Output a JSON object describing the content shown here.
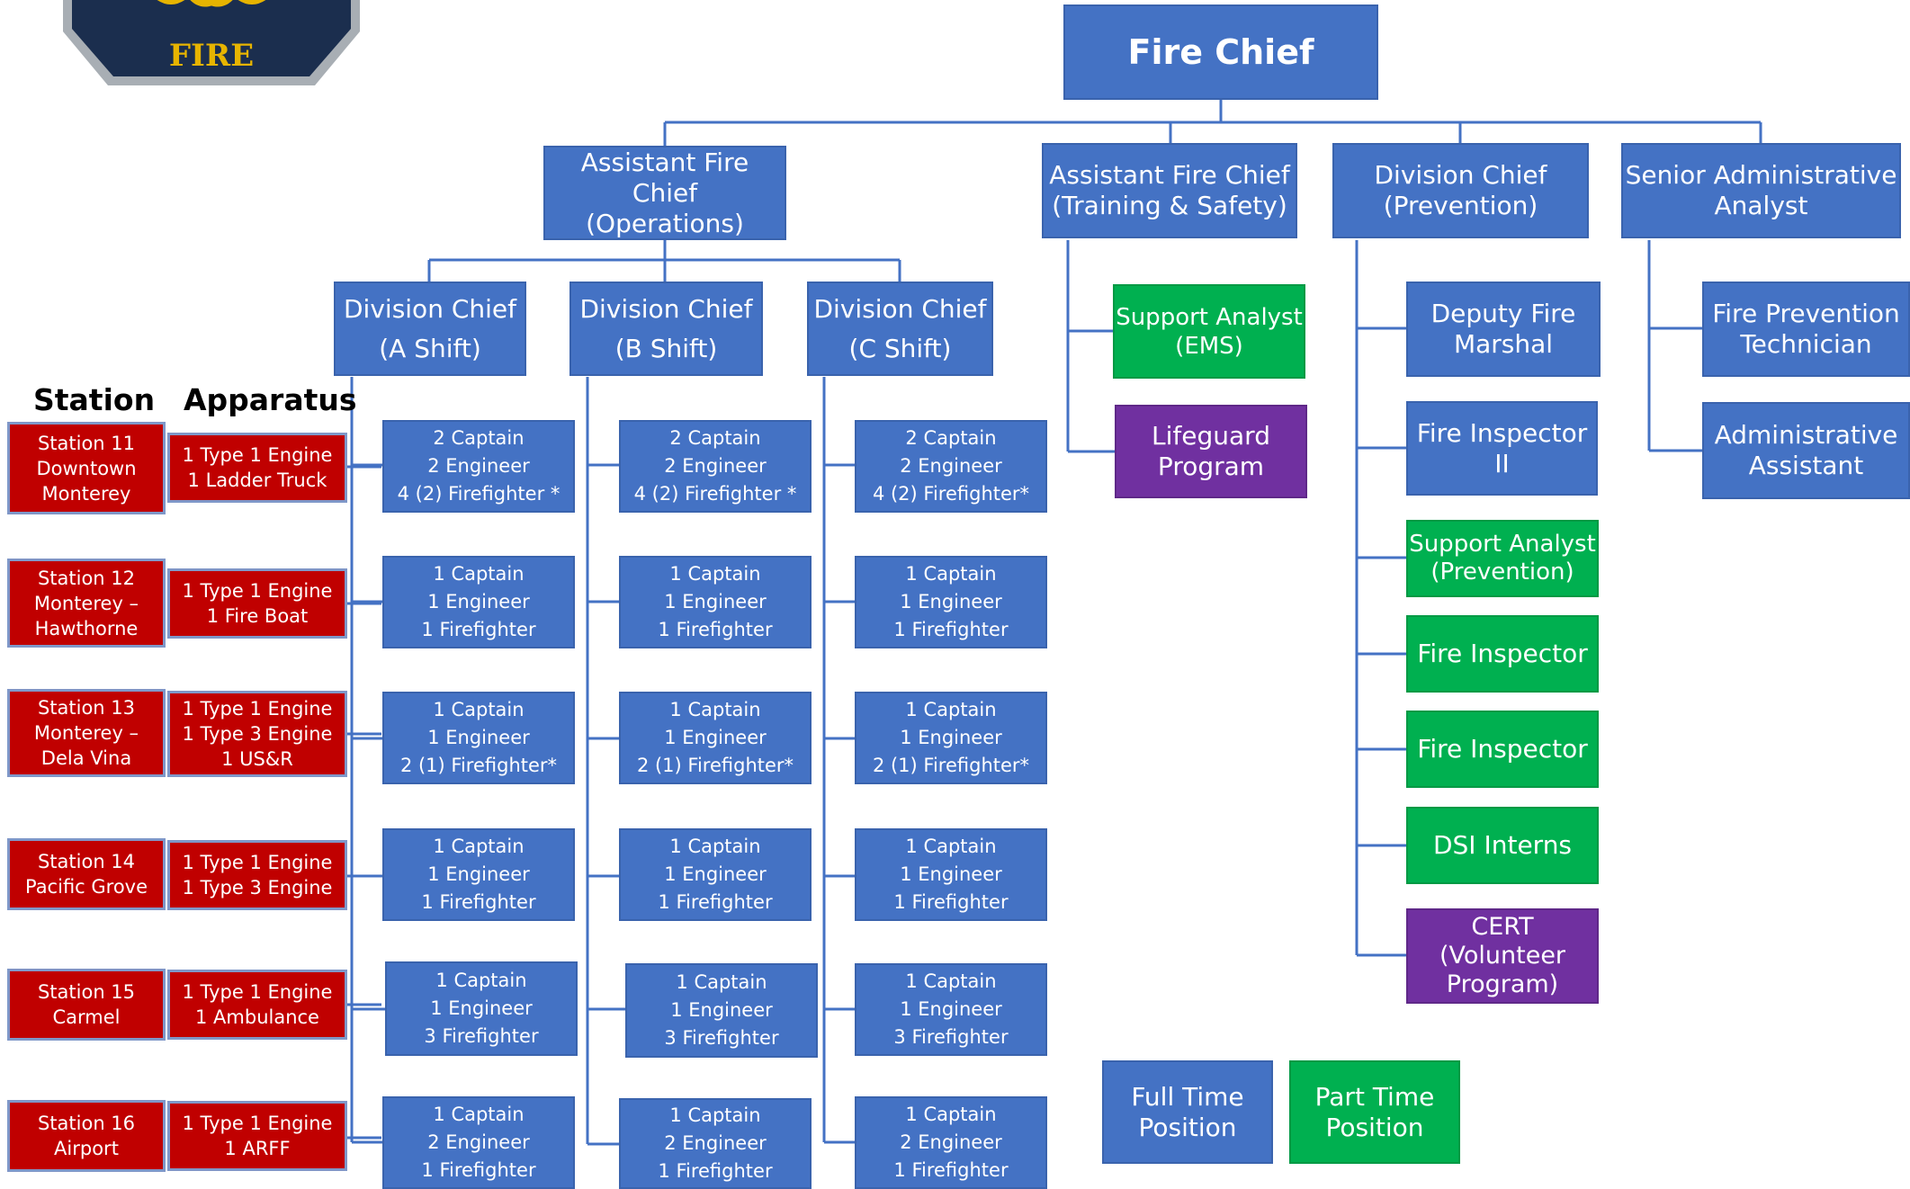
{
  "logo": {
    "text": "FIRE"
  },
  "chief": "Fire Chief",
  "top": [
    "Assistant Fire Chief\n(Operations)",
    "Assistant Fire Chief\n(Training & Safety)",
    "Division Chief\n(Prevention)",
    "Senior Administrative\nAnalyst"
  ],
  "shifts": [
    "Division Chief\n(A Shift)",
    "Division Chief\n(B Shift)",
    "Division Chief\n(C Shift)"
  ],
  "headers": {
    "station": "Station",
    "apparatus": "Apparatus"
  },
  "stations": [
    {
      "station": "Station 11\nDowntown\nMonterey",
      "apparatus": "1 Type 1 Engine\n1 Ladder Truck"
    },
    {
      "station": "Station 12\nMonterey –\nHawthorne",
      "apparatus": "1 Type 1 Engine\n1 Fire Boat"
    },
    {
      "station": "Station 13\nMonterey –\nDela Vina",
      "apparatus": "1 Type 1 Engine\n1 Type 3 Engine\n1 US&R"
    },
    {
      "station": "Station 14\nPacific Grove",
      "apparatus": "1 Type 1 Engine\n1 Type 3 Engine"
    },
    {
      "station": "Station 15\nCarmel",
      "apparatus": "1 Type 1 Engine\n1 Ambulance"
    },
    {
      "station": "Station 16\nAirport",
      "apparatus": "1 Type 1 Engine\n1 ARFF"
    }
  ],
  "crews": [
    [
      "2 Captain\n2 Engineer\n4 (2) Firefighter *",
      "2 Captain\n2 Engineer\n4 (2) Firefighter *",
      "2 Captain\n2 Engineer\n4 (2) Firefighter*"
    ],
    [
      "1 Captain\n1 Engineer\n1 Firefighter",
      "1 Captain\n1 Engineer\n1 Firefighter",
      "1 Captain\n1 Engineer\n1 Firefighter"
    ],
    [
      "1 Captain\n1 Engineer\n2 (1) Firefighter*",
      "1 Captain\n1 Engineer\n2 (1) Firefighter*",
      "1 Captain\n1 Engineer\n2 (1) Firefighter*"
    ],
    [
      "1 Captain\n1 Engineer\n1 Firefighter",
      "1 Captain\n1 Engineer\n1 Firefighter",
      "1 Captain\n1 Engineer\n1 Firefighter"
    ],
    [
      "1 Captain\n1 Engineer\n3 Firefighter",
      "1 Captain\n1 Engineer\n3 Firefighter",
      "1 Captain\n1 Engineer\n3 Firefighter"
    ],
    [
      "1 Captain\n2 Engineer\n1 Firefighter",
      "1 Captain\n2 Engineer\n1 Firefighter",
      "1 Captain\n2 Engineer\n1 Firefighter"
    ]
  ],
  "training": [
    "Support Analyst\n(EMS)",
    "Lifeguard\nProgram"
  ],
  "prevention": [
    "Deputy Fire\nMarshal",
    "Fire Inspector II",
    "Support Analyst\n(Prevention)",
    "Fire Inspector",
    "Fire Inspector",
    "DSI Interns",
    "CERT\n(Volunteer\nProgram)"
  ],
  "admin": [
    "Fire Prevention\nTechnician",
    "Administrative\nAssistant"
  ],
  "legend": {
    "full_time": "Full Time\nPosition",
    "part_time": "Part Time\nPosition"
  },
  "colors": {
    "blue": "#4472C4",
    "green": "#00B050",
    "purple": "#7030A0",
    "red": "#C00000",
    "line": "#4472C4"
  }
}
